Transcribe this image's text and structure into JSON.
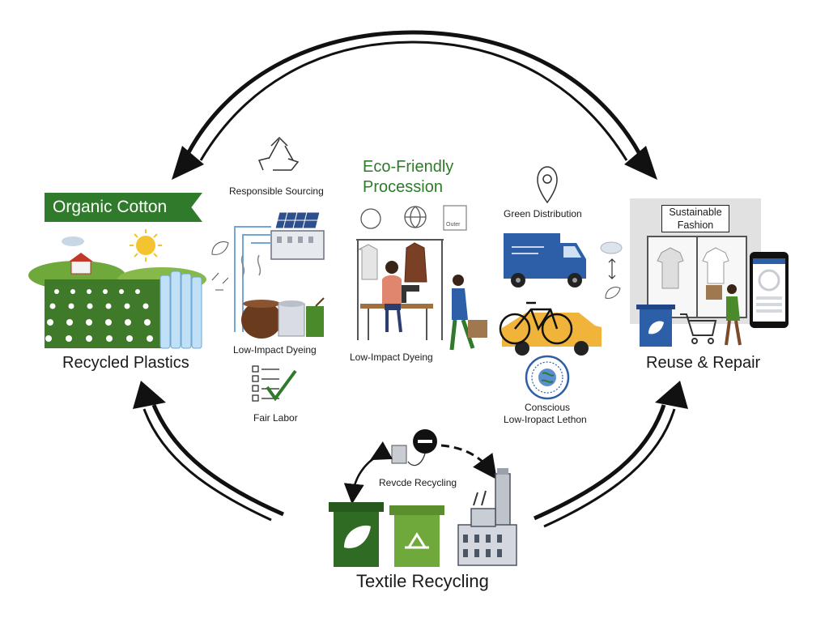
{
  "labels": {
    "organic_cotton": "Organic Cotton",
    "recycled_plastics": "Recycled Plastics",
    "responsible_sourcing": "Responsible Sourcing",
    "eco_friendly_line1": "Eco-Friendly",
    "eco_friendly_line2": "Procession",
    "low_impact_dyeing_1": "Low-Impact Dyeing",
    "low_impact_dyeing_2": "Low-Impact Dyeing",
    "fair_labor": "Fair Labor",
    "green_distribution": "Green Distribution",
    "sustainable_fashion_line1": "Sustainable",
    "sustainable_fashion_line2": "Fashion",
    "reuse_repair": "Reuse & Repair",
    "conscious_line1": "Conscious",
    "conscious_line2": "Low-Iropact Lethon",
    "outer_tag": "Outer",
    "revcde_recycling": "Revcde Recycling",
    "textile_recycling": "Textile Recycling"
  },
  "icons": [
    "recycle-icon",
    "globe-icon",
    "location-pin-icon",
    "cloud-icon",
    "sun-icon",
    "leaf-icon",
    "checklist-icon",
    "truck-icon",
    "bicycle-icon",
    "car-icon",
    "shopping-cart-icon",
    "smartphone-icon",
    "trash-bin-icon",
    "factory-icon",
    "solar-panel-icon",
    "badge-icon"
  ],
  "colors": {
    "green": "#2f7a2b",
    "light_green": "#6fb13c",
    "truck_blue": "#2d5ea8",
    "car_yellow": "#f0b43a",
    "arrow": "#111111"
  }
}
